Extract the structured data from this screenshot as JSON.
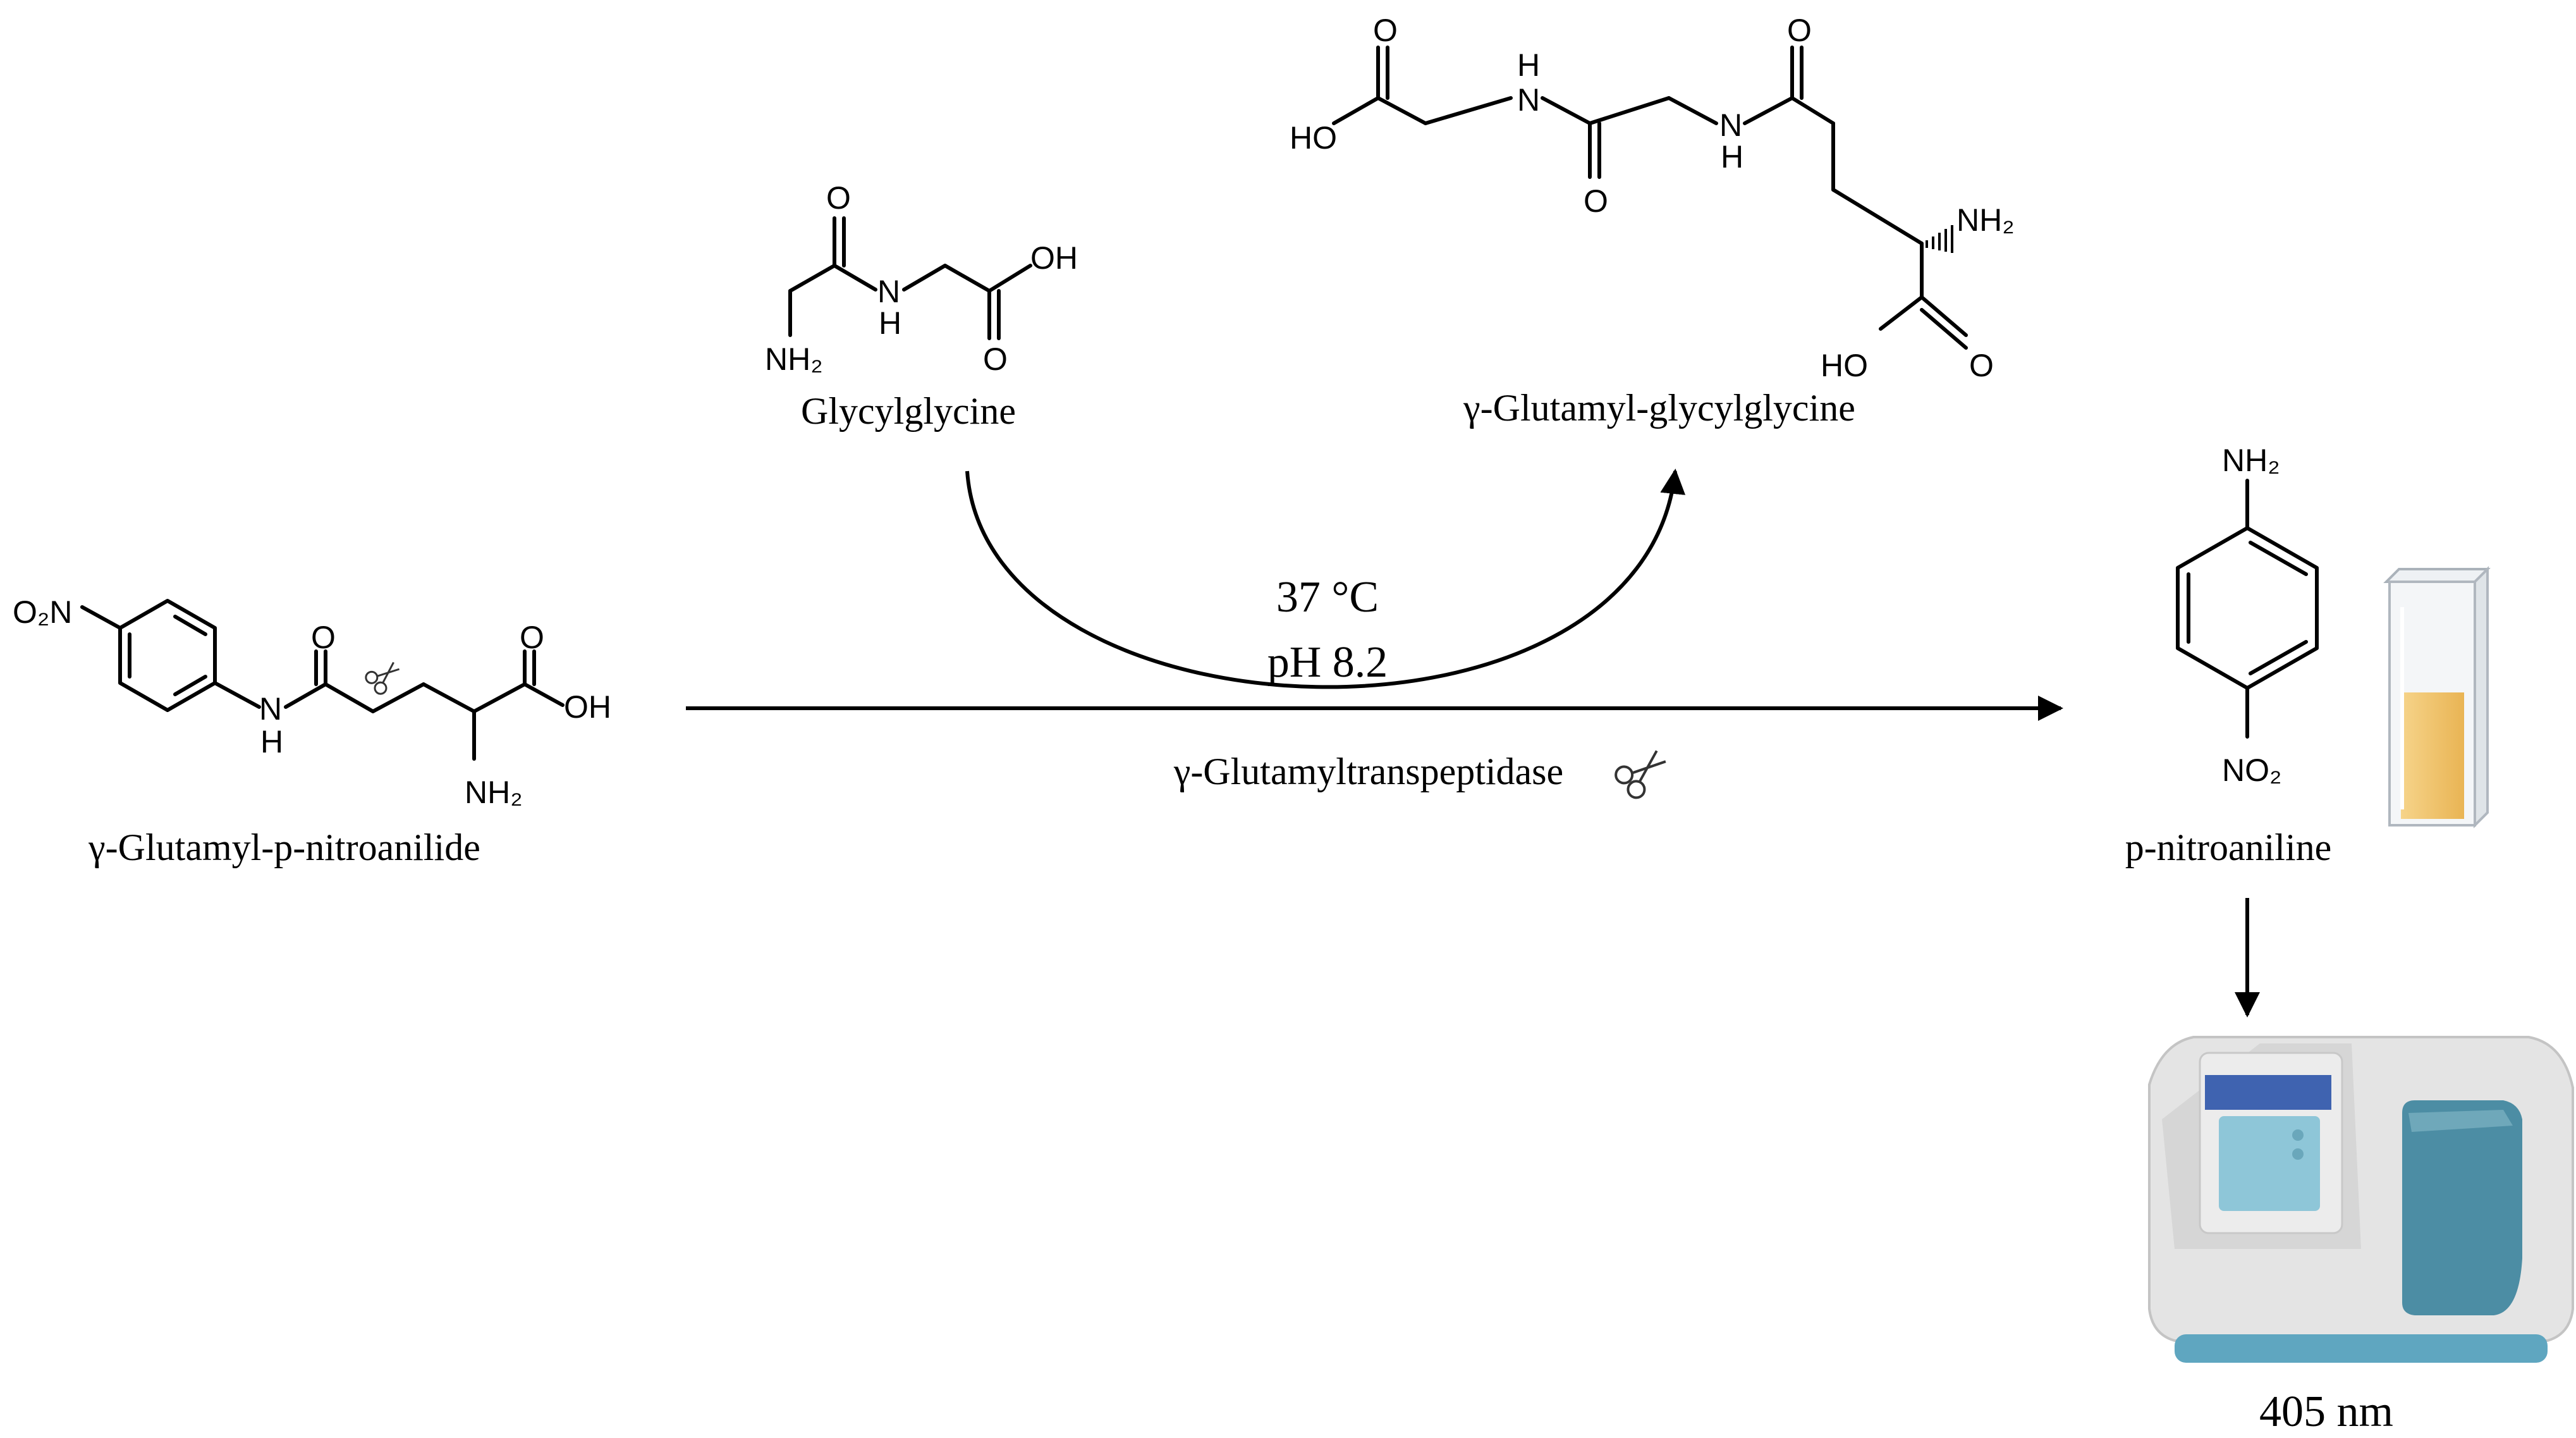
{
  "compounds": {
    "substrate": {
      "name": "γ-Glutamyl-p-nitroanilide",
      "nitro_label": "O₂N",
      "nh": "N",
      "nh_h": "H",
      "o1": "O",
      "o2": "O",
      "oh": "OH",
      "nh2": "NH₂"
    },
    "acceptor": {
      "name": "Glycylglycine",
      "o1": "O",
      "o2": "O",
      "nh": "N",
      "nh_h": "H",
      "oh": "OH",
      "nh2": "NH₂"
    },
    "transfer_product": {
      "name": "γ-Glutamyl-glycylglycine",
      "ho": "HO",
      "o_top_left": "O",
      "o_mid": "O",
      "o_top_right": "O",
      "o_acid": "O",
      "nh_top": "N",
      "nh_top_h": "H",
      "nh_bottom": "N",
      "nh_bottom_h": "H",
      "nh2": "NH₂",
      "ho_acid": "HO"
    },
    "product": {
      "name": "p-nitroaniline",
      "nh2": "NH₂",
      "no2": "NO₂"
    }
  },
  "conditions": {
    "temperature": "37 °C",
    "ph": "pH 8.2",
    "enzyme": "γ-Glutamyltranspeptidase"
  },
  "detection": {
    "wavelength": "405 nm"
  },
  "icons": [
    "scissors-icon",
    "cuvette-icon",
    "spectrophotometer-icon"
  ],
  "colors": {
    "cuvette_liquid": "#F2C46B",
    "instrument_body": "#E4E4E4",
    "instrument_panel": "#6FA8BA",
    "instrument_lid": "#4C8DA4",
    "instrument_base": "#5FA6C0"
  }
}
